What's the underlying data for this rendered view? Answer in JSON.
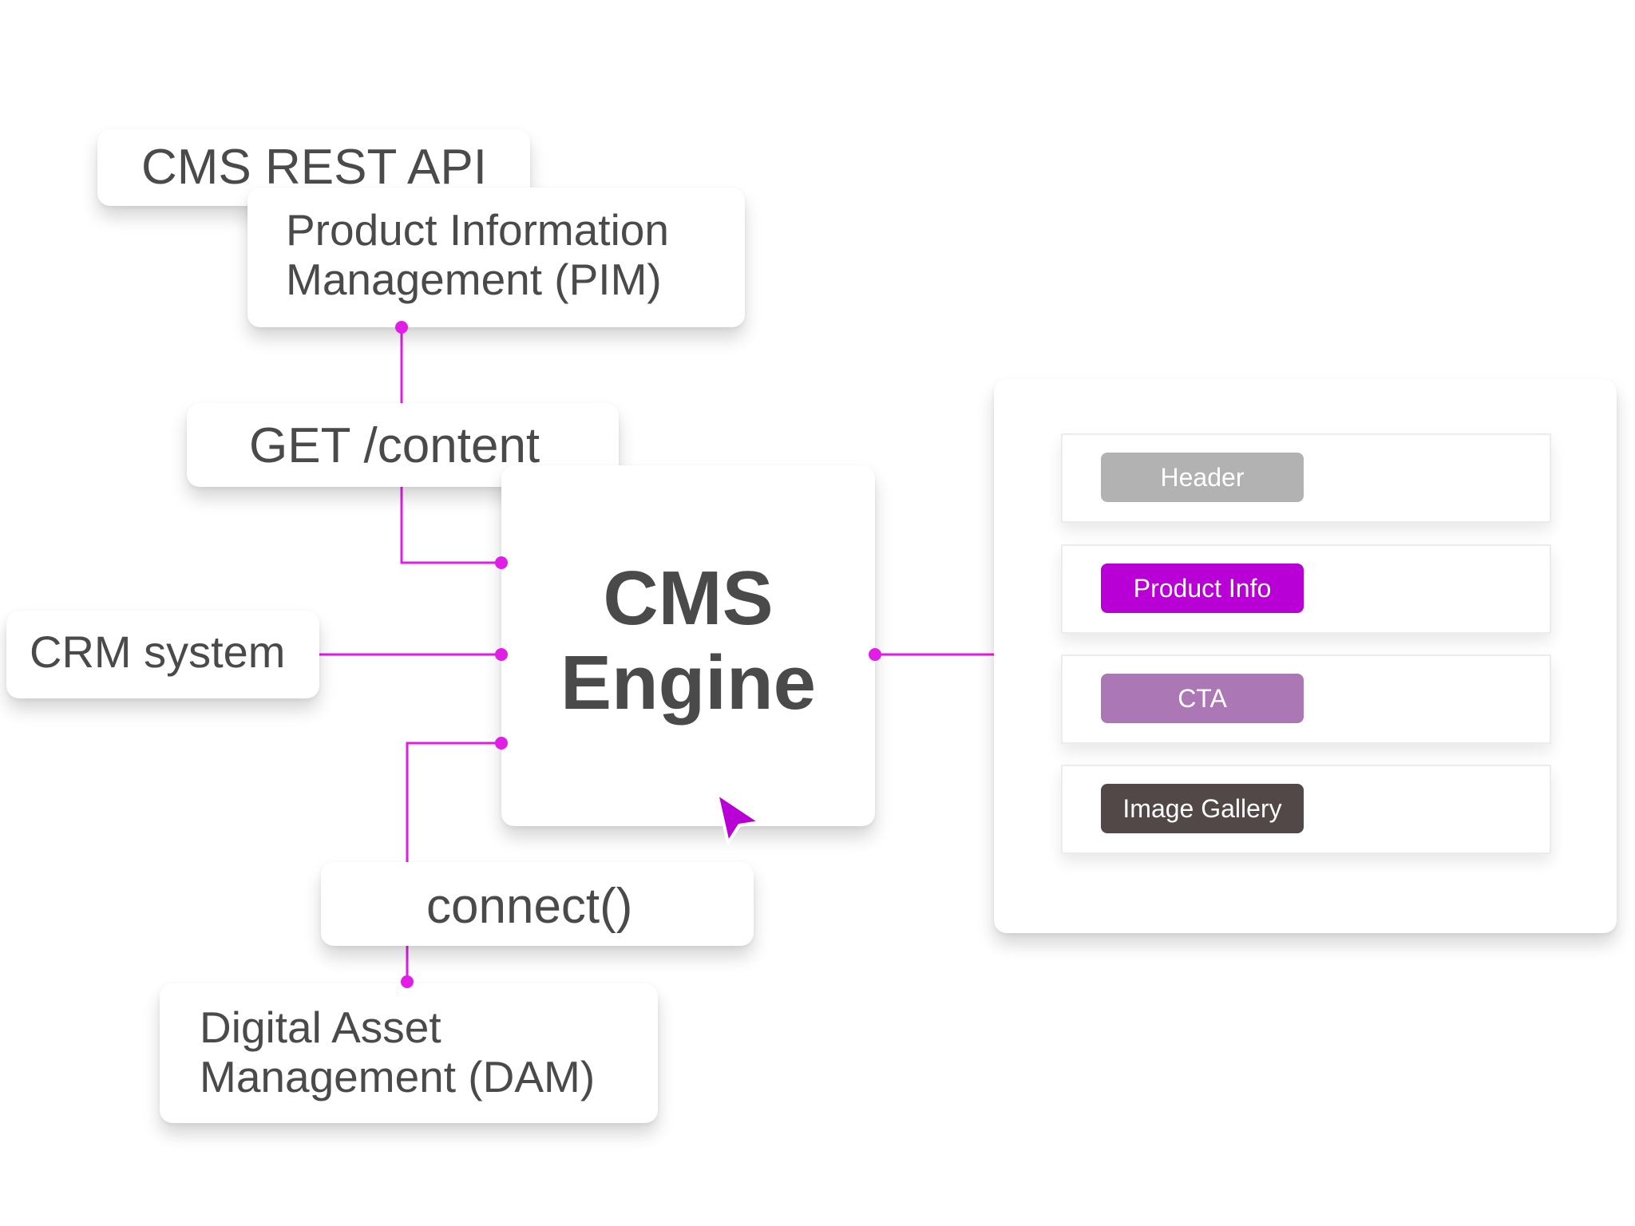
{
  "sources": {
    "rest_api": "CMS REST API",
    "pim_line1": "Product Information",
    "pim_line2": "Management (PIM)",
    "get_content": "GET /content",
    "crm": "CRM system",
    "connect": "connect()",
    "dam_line1": "Digital Asset",
    "dam_line2": "Management (DAM)"
  },
  "engine": {
    "line1": "CMS",
    "line2": "Engine"
  },
  "page_preview": {
    "blocks": [
      {
        "label": "Header",
        "color": "#b2b2b2"
      },
      {
        "label": "Product Info",
        "color": "#b800d6"
      },
      {
        "label": "CTA",
        "color": "#ab77b5"
      },
      {
        "label": "Image Gallery",
        "color": "#524848"
      }
    ]
  },
  "colors": {
    "connector": "#e01ee6",
    "card_background": "#ffffff",
    "text": "#4a4a4a"
  },
  "icons": {
    "pointer": "cursor-arrow-icon"
  }
}
